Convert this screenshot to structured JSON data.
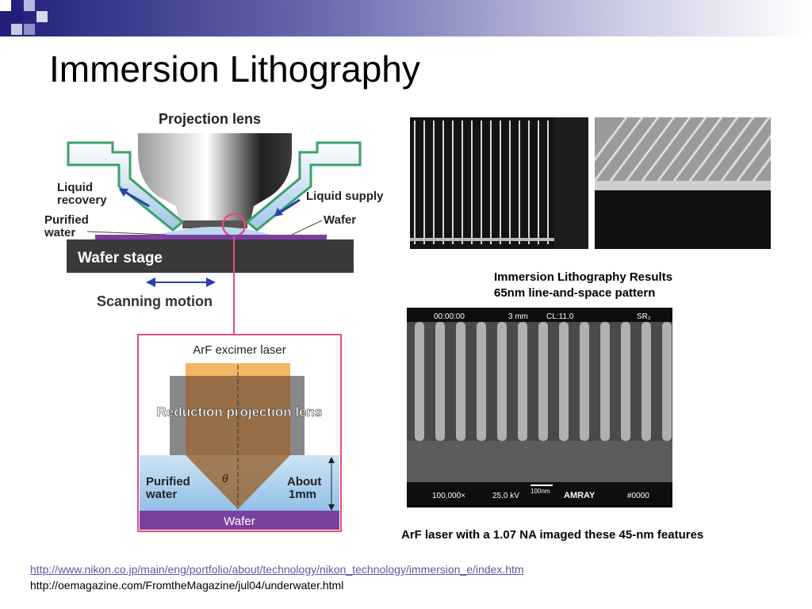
{
  "slide": {
    "title": "Immersion Lithography",
    "captions": {
      "results_line1": "Immersion Lithography Results",
      "results_line2": "65nm line-and-space pattern",
      "arf_caption": "ArF laser with a 1.07 NA imaged these 45-nm features"
    },
    "links": {
      "nikon": "http://www.nikon.co.jp/main/eng/portfolio/about/technology/nikon_technology/immersion_e/index.htm",
      "oemagazine": "http://oemagazine.com/FromtheMagazine/jul04/underwater.html"
    }
  },
  "diagram": {
    "projection_lens": "Projection lens",
    "liquid_recovery_1": "Liquid",
    "liquid_recovery_2": "recovery",
    "liquid_supply": "Liquid supply",
    "purified_water_1": "Purified",
    "purified_water_2": "water",
    "wafer_pointer": "Wafer",
    "wafer_stage": "Wafer stage",
    "scanning_motion": "Scanning motion",
    "arf_laser": "ArF excimer laser",
    "reduction_lens": "Reduction projection lens",
    "inset_water_1": "Purified",
    "inset_water_2": "water",
    "about_1": "About",
    "about_2": "1mm",
    "theta": "θ",
    "inset_wafer": "Wafer"
  },
  "sem": {
    "time": "00:00:00",
    "scale_mm": "3 mm",
    "cl": "CL:11.0",
    "sr": "SR₂",
    "mag": "100,000×",
    "kv": "25.0 kV",
    "bar": "100nm",
    "brand": "AMRAY",
    "frame": "#0000"
  },
  "colors": {
    "title_bar_dark": "#1f1f7a",
    "link": "#5a5aa0",
    "inset_border": "#e0507a",
    "wafer_purple": "#7b3fa0",
    "stage_dark": "#3a3a3a"
  }
}
